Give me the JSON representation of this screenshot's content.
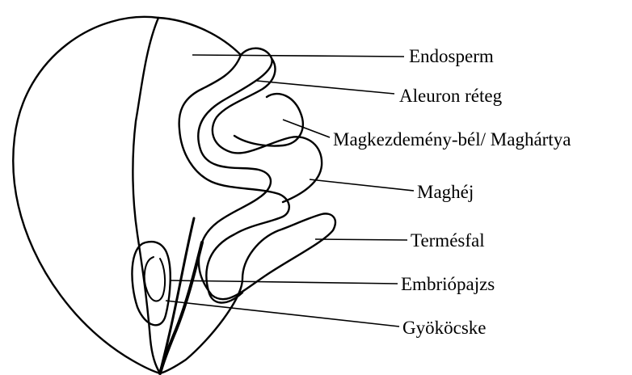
{
  "labels": [
    {
      "id": "endosperm",
      "text": "Endosperm"
    },
    {
      "id": "aleuron",
      "text": "Aleuron réteg"
    },
    {
      "id": "nucellus",
      "text": "Magkezdemény-bél/ Maghártya"
    },
    {
      "id": "seed-coat",
      "text": "Maghéj"
    },
    {
      "id": "pericarp",
      "text": "Termésfal"
    },
    {
      "id": "scutellum",
      "text": "Embriópajzs"
    },
    {
      "id": "radicle",
      "text": "Gyököcske"
    }
  ]
}
